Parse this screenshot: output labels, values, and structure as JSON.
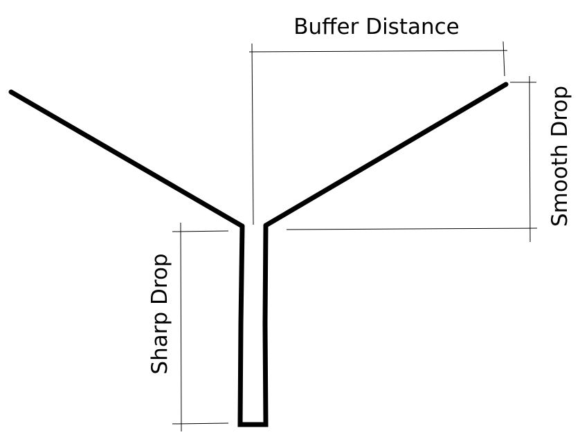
{
  "labels": {
    "buffer_distance": "Buffer Distance",
    "smooth_drop": "Smooth Drop",
    "sharp_drop": "Sharp Drop"
  },
  "colors": {
    "line": "#000000",
    "background": "#ffffff"
  }
}
